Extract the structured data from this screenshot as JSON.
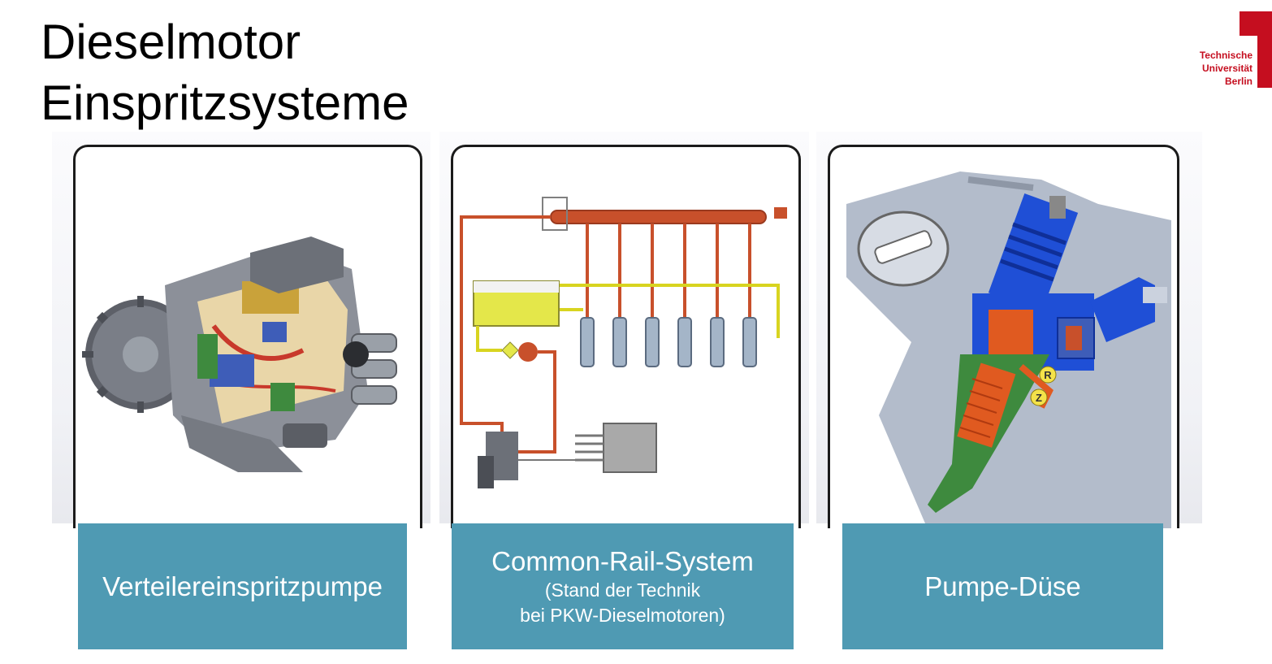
{
  "title": {
    "line1": "Dieselmotor",
    "line2": "Einspritzsysteme"
  },
  "logo": {
    "line1": "Technische",
    "line2": "Universität",
    "line3": "Berlin",
    "color": "#c50e1f"
  },
  "panels": [
    {
      "label": "Verteilereinspritzpumpe",
      "image_icon": "distributor-injection-pump-cutaway"
    },
    {
      "label": "Common-Rail-System",
      "sub_line1": "(Stand der Technik",
      "sub_line2": "bei PKW-Dieselmotoren)",
      "image_icon": "common-rail-schematic"
    },
    {
      "label": "Pumpe-Düse",
      "image_icon": "unit-injector-cutaway",
      "marker_r": "R",
      "marker_z": "Z"
    }
  ],
  "colors": {
    "label_bg": "#4f9ab3",
    "label_text": "#ffffff",
    "fuel_line": "#c8502b",
    "return_line": "#d8d420",
    "injector_blue": "#1f4fd6",
    "injector_green": "#3e8a3e"
  }
}
